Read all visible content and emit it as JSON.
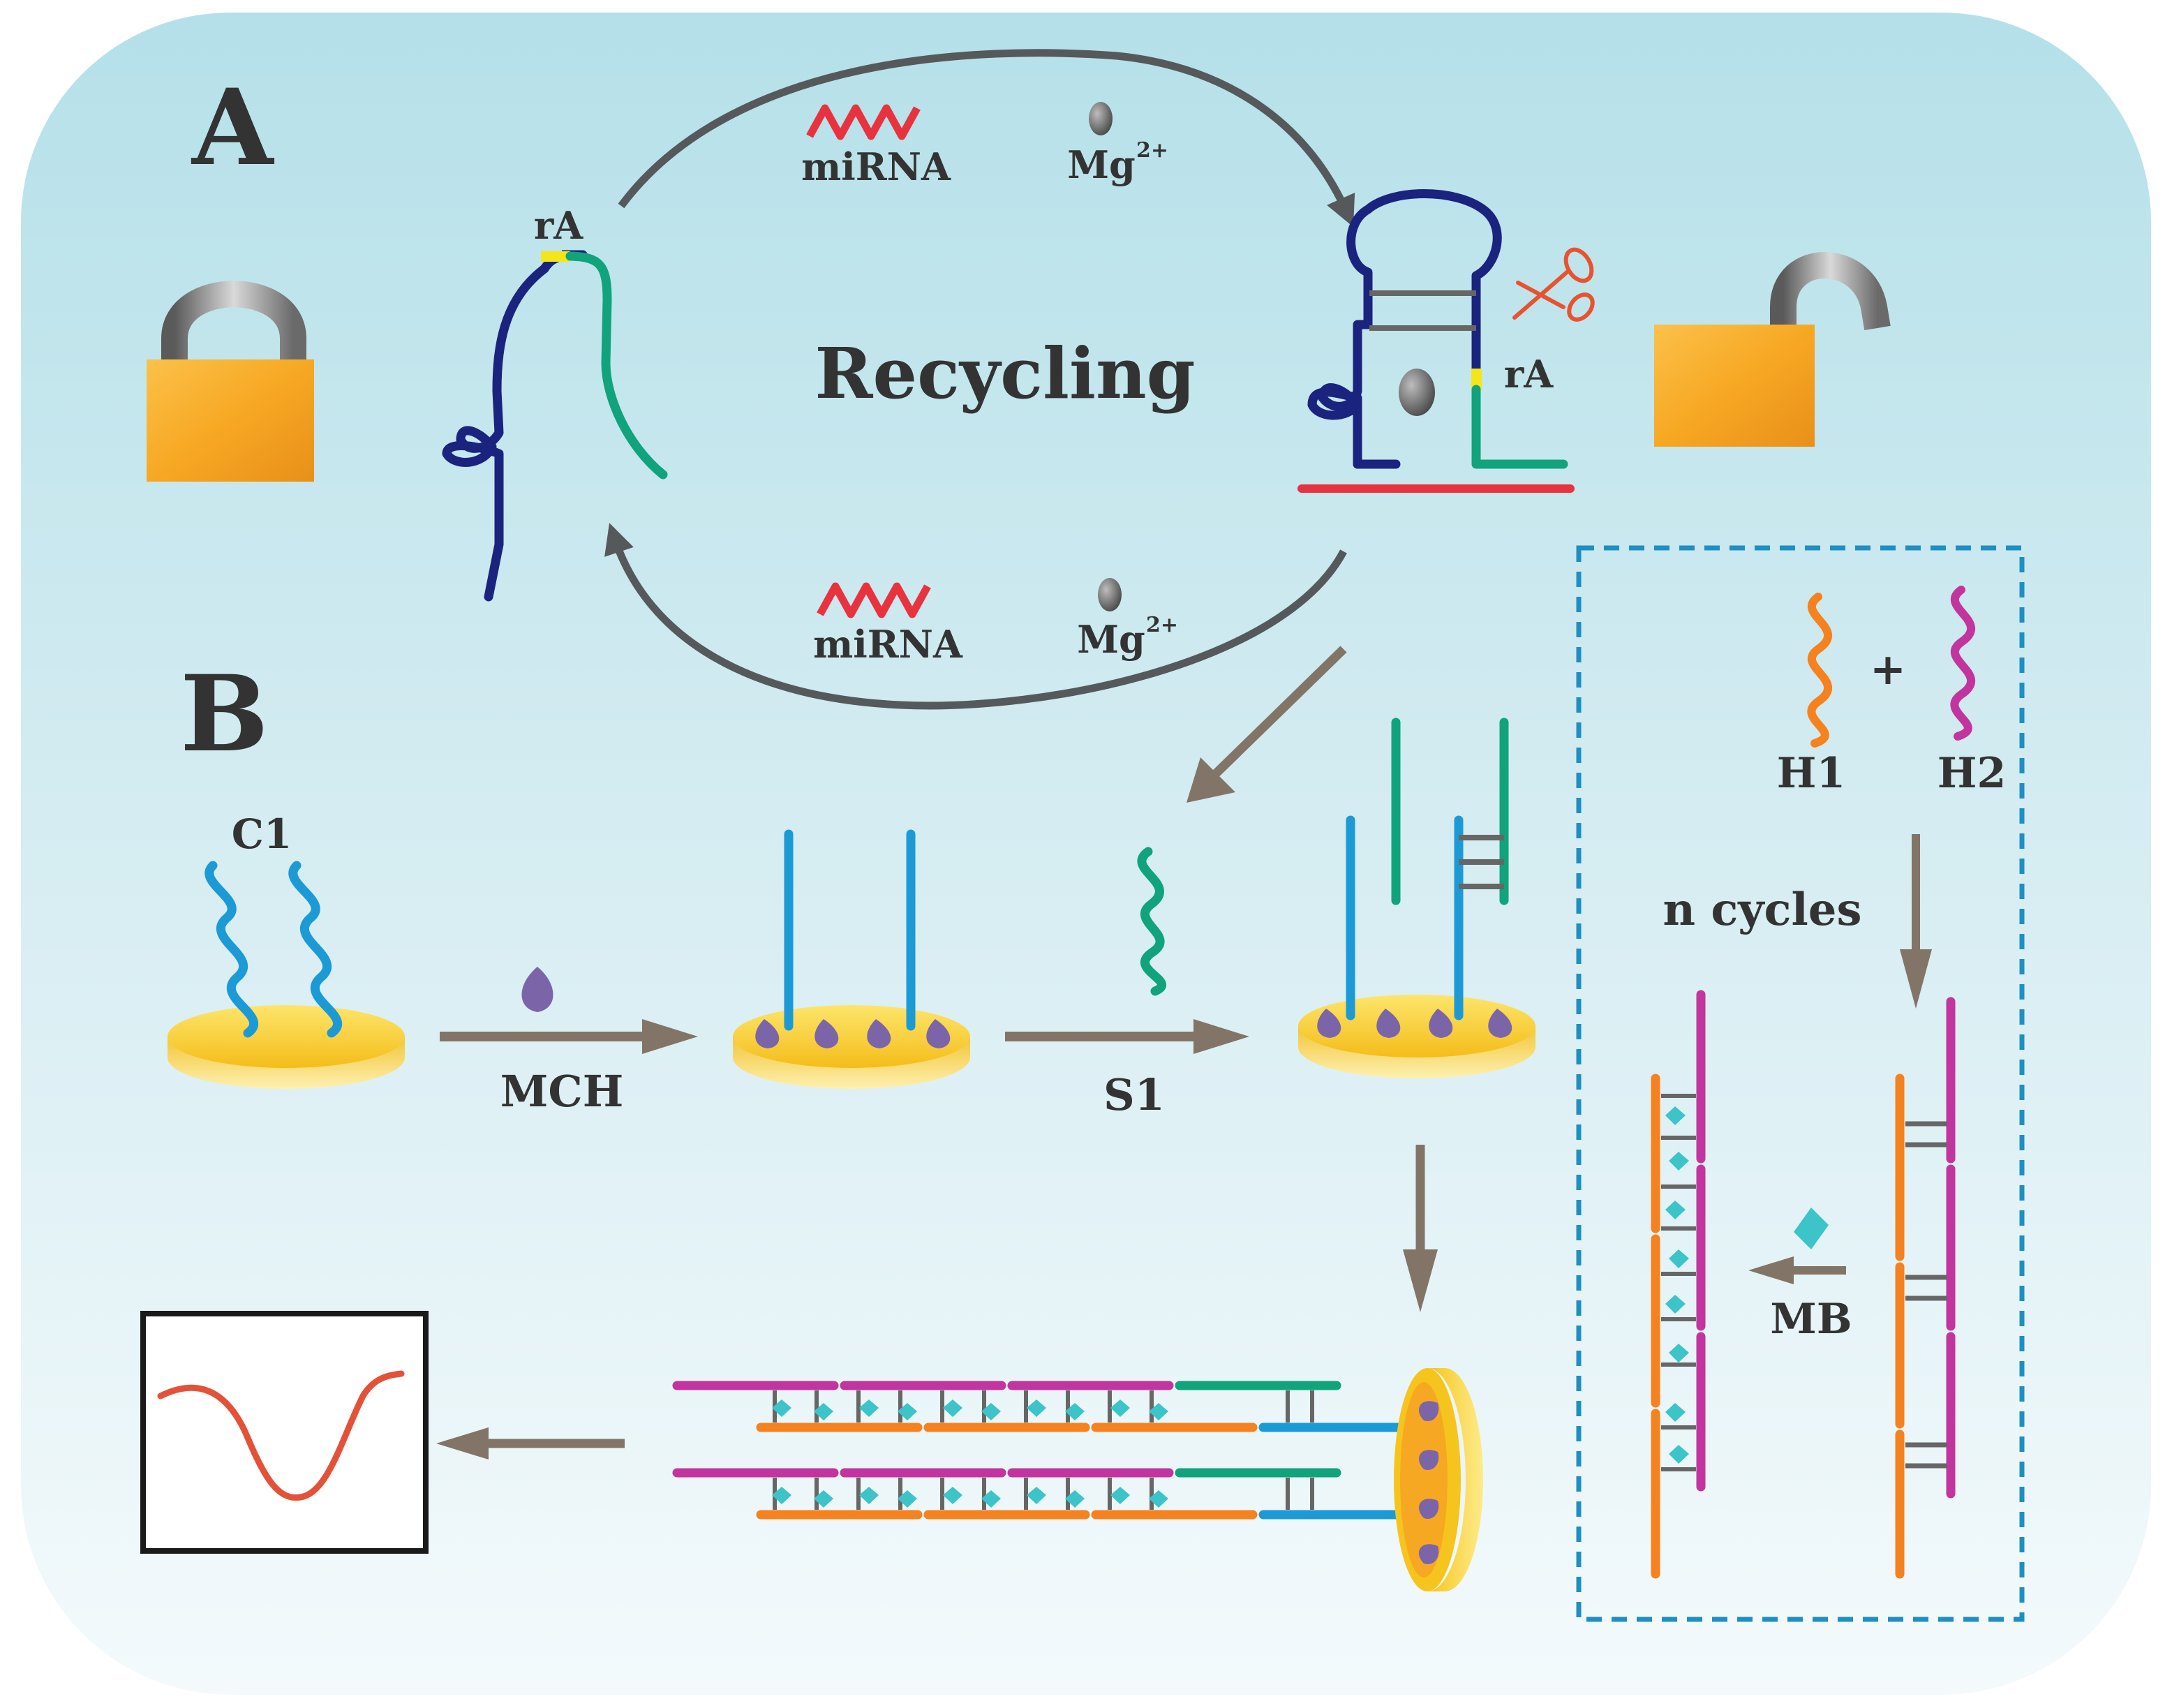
{
  "panels": {
    "a_label": "A",
    "b_label": "B"
  },
  "cycle": {
    "center_label": "Recycling",
    "mirna_label_top": "miRNA",
    "mirna_label_bottom": "miRNA",
    "mg_label_top": "Mg",
    "mg_label_bottom": "Mg",
    "mg_charge": "2+",
    "ra_label_left": "rA",
    "ra_label_right": "rA"
  },
  "electrode_steps": {
    "c1_label": "C1",
    "mch_label": "MCH",
    "s1_label": "S1"
  },
  "hcr_box": {
    "h1_label": "H1",
    "plus_label": "+",
    "h2_label": "H2",
    "cycles_label": "n cycles",
    "mb_label": "MB"
  },
  "colors": {
    "dark_blue_strand": "#1a237e",
    "green_strand": "#10a37c",
    "red_mirna": "#e8333f",
    "cyan_probe": "#1c9ad6",
    "orange_h1": "#f5821f",
    "magenta_h2": "#c2359e",
    "gold_electrode": "#f6c51d",
    "mch_purple": "#7b65a8",
    "mb_teal": "#3cc4c8",
    "arrow_gray": "#827467",
    "lock_orange": "#f7a823",
    "background_top": "#b8e2ea"
  },
  "icons": {
    "locked": "padlock-closed-icon",
    "unlocked": "padlock-open-icon",
    "scissors": "scissors-icon",
    "signal": "dpv-signal-icon"
  }
}
